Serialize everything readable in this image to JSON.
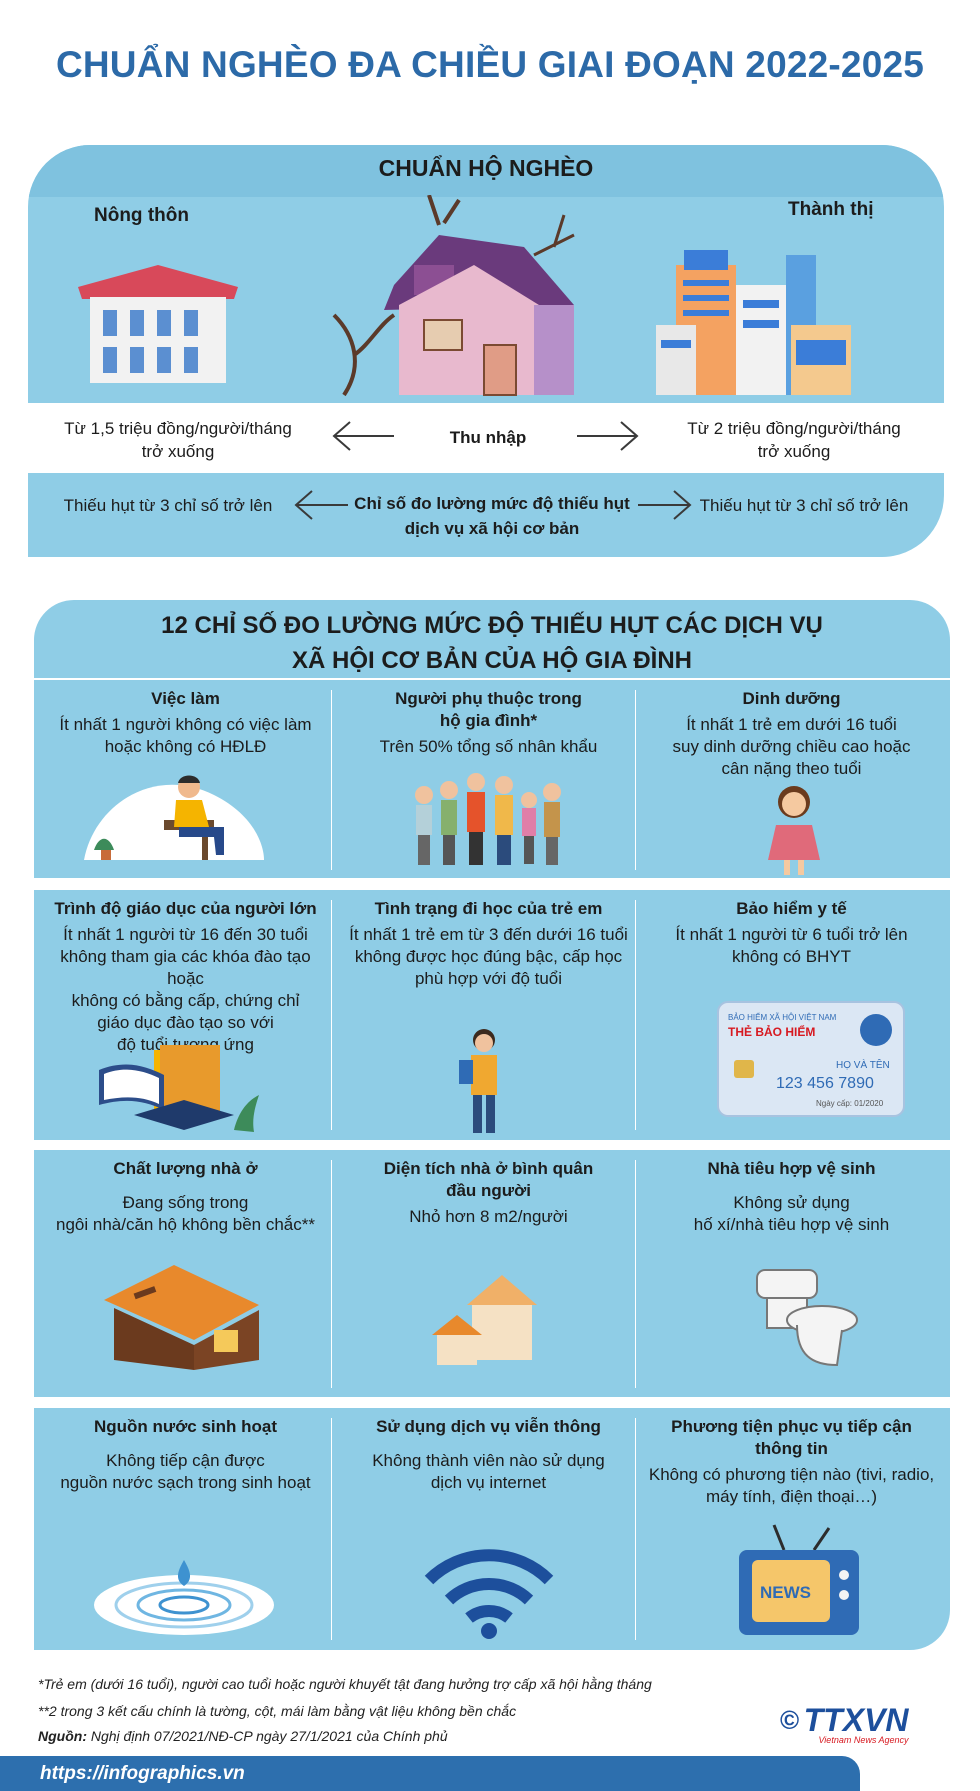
{
  "title": "CHUẨN NGHÈO ĐA CHIỀU GIAI ĐOẠN 2022-2025",
  "poverty": {
    "title": "CHUẨN HỘ NGHÈO",
    "rural": "Nông thôn",
    "urban": "Thành thị",
    "income_label": "Thu nhập",
    "rural_income": [
      "Từ 1,5 triệu đồng/người/tháng",
      "trở xuống"
    ],
    "urban_income": [
      "Từ 2 triệu đồng/người/tháng",
      "trở xuống"
    ],
    "index_label": [
      "Chỉ số đo lường mức độ thiếu hụt",
      "dịch vụ xã hội cơ bản"
    ],
    "rural_index": "Thiếu hụt từ 3 chỉ số trở lên",
    "urban_index": "Thiếu hụt từ 3 chỉ số trở lên"
  },
  "indicators_title": [
    "12 CHỈ SỐ ĐO LƯỜNG MỨC ĐỘ THIẾU HỤT CÁC DỊCH VỤ",
    "XÃ HỘI CƠ BẢN CỦA HỘ GIA ĐÌNH"
  ],
  "indicators": [
    {
      "title": [
        "Việc làm"
      ],
      "desc": [
        "Ít nhất 1 người không có việc làm",
        "hoặc không có HĐLĐ"
      ],
      "icon": "worried-person-icon"
    },
    {
      "title": [
        "Người phụ thuộc trong",
        "hộ gia đình*"
      ],
      "desc": [
        "Trên 50% tổng số nhân khẩu"
      ],
      "icon": "family-icon"
    },
    {
      "title": [
        "Dinh dưỡng"
      ],
      "desc": [
        "Ít nhất 1 trẻ em dưới 16 tuổi",
        "suy dinh dưỡng chiều cao hoặc",
        "cân nặng theo tuổi"
      ],
      "icon": "girl-icon"
    },
    {
      "title": [
        "Trình độ giáo dục của người lớn"
      ],
      "desc": [
        "Ít nhất 1 người từ 16 đến 30 tuổi",
        "không tham gia các khóa đào tạo hoặc",
        "không có bằng cấp, chứng chỉ",
        "giáo dục đào tạo so với",
        "độ tuổi tương ứng"
      ],
      "icon": "graduation-books-icon"
    },
    {
      "title": [
        "Tình trạng đi học của trẻ em"
      ],
      "desc": [
        "Ít nhất 1 trẻ em từ 3 đến dưới 16 tuổi",
        "không được học đúng bậc, cấp học",
        "phù hợp với độ tuổi"
      ],
      "icon": "student-icon"
    },
    {
      "title": [
        "Bảo hiểm y tế"
      ],
      "desc": [
        "Ít nhất 1 người từ 6 tuổi trở lên",
        "không có BHYT"
      ],
      "icon": "insurance-card-icon"
    },
    {
      "title": [
        "Chất lượng nhà ở"
      ],
      "desc": [
        "Đang sống trong",
        "ngôi nhà/căn hộ không bền chắc**"
      ],
      "icon": "damaged-house-icon"
    },
    {
      "title": [
        "Diện tích nhà ở bình quân",
        "đầu người"
      ],
      "desc": [
        "Nhỏ hơn 8 m2/người"
      ],
      "icon": "small-house-icon"
    },
    {
      "title": [
        "Nhà tiêu hợp vệ sinh"
      ],
      "desc": [
        "Không sử dụng",
        "hố xí/nhà tiêu hợp vệ sinh"
      ],
      "icon": "toilet-icon"
    },
    {
      "title": [
        "Nguồn nước sinh hoạt"
      ],
      "desc": [
        "Không tiếp cận được",
        "nguồn nước sạch trong sinh hoạt"
      ],
      "icon": "water-drop-icon"
    },
    {
      "title": [
        "Sử dụng dịch vụ viễn thông"
      ],
      "desc": [
        "Không thành viên nào sử dụng",
        "dịch vụ internet"
      ],
      "icon": "wifi-icon"
    },
    {
      "title": [
        "Phương tiện phục vụ tiếp cận",
        "thông tin"
      ],
      "desc": [
        "Không có phương tiện nào (tivi, radio,",
        "máy tính, điện thoại…)"
      ],
      "icon": "tv-icon"
    }
  ],
  "card": {
    "org": "BẢO HIỂM XÃ HỘI VIỆT NAM",
    "name": "THẺ BẢO HIỂM",
    "holder": "HỌ VÀ TÊN",
    "number": "123 456 7890",
    "issued": "Ngày cấp: 01/2020"
  },
  "tv_text": "NEWS",
  "footnotes": {
    "note1": "*Trẻ em (dưới 16 tuổi), người cao tuổi hoặc người khuyết tật đang hưởng trợ cấp xã hội hằng tháng",
    "note2": "**2 trong 3 kết cấu chính là tường, cột, mái làm bằng vật liệu không bền chắc",
    "source_label": "Nguồn:",
    "source": " Nghị định 07/2021/NĐ-CP ngày 27/1/2021 của Chính phủ"
  },
  "url": "https://infographics.vn",
  "logo": {
    "name": "TTXVN",
    "sub": "Vietnam News Agency",
    "copyright": "©"
  },
  "colors": {
    "title": "#2c6aa8",
    "panel": "#8fcde6",
    "footer": "#2d6fae",
    "logo_red": "#d71920"
  }
}
